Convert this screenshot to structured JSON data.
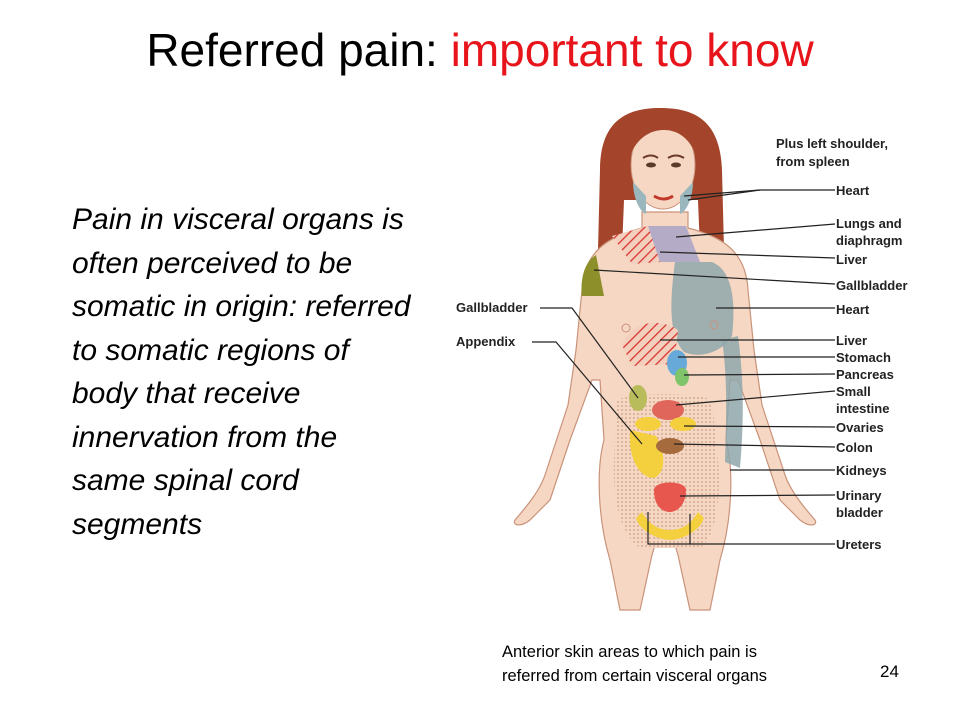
{
  "slide": {
    "title_main": "Referred pain: ",
    "title_highlight": "important to know",
    "body_text": "Pain in visceral organs is often perceived to be somatic in origin: referred to somatic regions of body that receive innervation from the same spinal cord segments",
    "caption_line1": "Anterior skin areas to which pain is",
    "caption_line2": "referred from certain visceral organs",
    "page_number": "24"
  },
  "diagram": {
    "note_line1": "Plus left shoulder,",
    "note_line2": "from spleen",
    "right_labels": [
      "Heart",
      "Lungs and",
      "diaphragm",
      "Liver",
      "Gallbladder",
      "Heart",
      "Liver",
      "Stomach",
      "Pancreas",
      "Small",
      "intestine",
      "Ovaries",
      "Colon",
      "Kidneys",
      "Urinary",
      "bladder",
      "Ureters"
    ],
    "left_labels": [
      "Gallbladder",
      "Appendix"
    ]
  }
}
